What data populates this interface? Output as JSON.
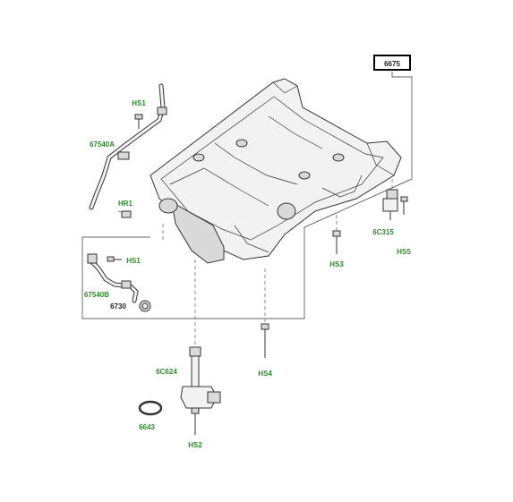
{
  "labels": {
    "main_part": "6675",
    "hs1_top": "HS1",
    "hose_upper": "67540A",
    "hr1": "HR1",
    "hs1_mid": "HS1",
    "hose_lower": "67540B",
    "plug": "6730",
    "sensor_right": "6C315",
    "hs5": "HS5",
    "hs3": "HS3",
    "hs4": "HS4",
    "level_sensor": "6C624",
    "oring": "6643",
    "hs2": "HS2"
  },
  "colors": {
    "label_green": "#2e8b2e",
    "label_dark": "#222222",
    "line": "#333333"
  }
}
